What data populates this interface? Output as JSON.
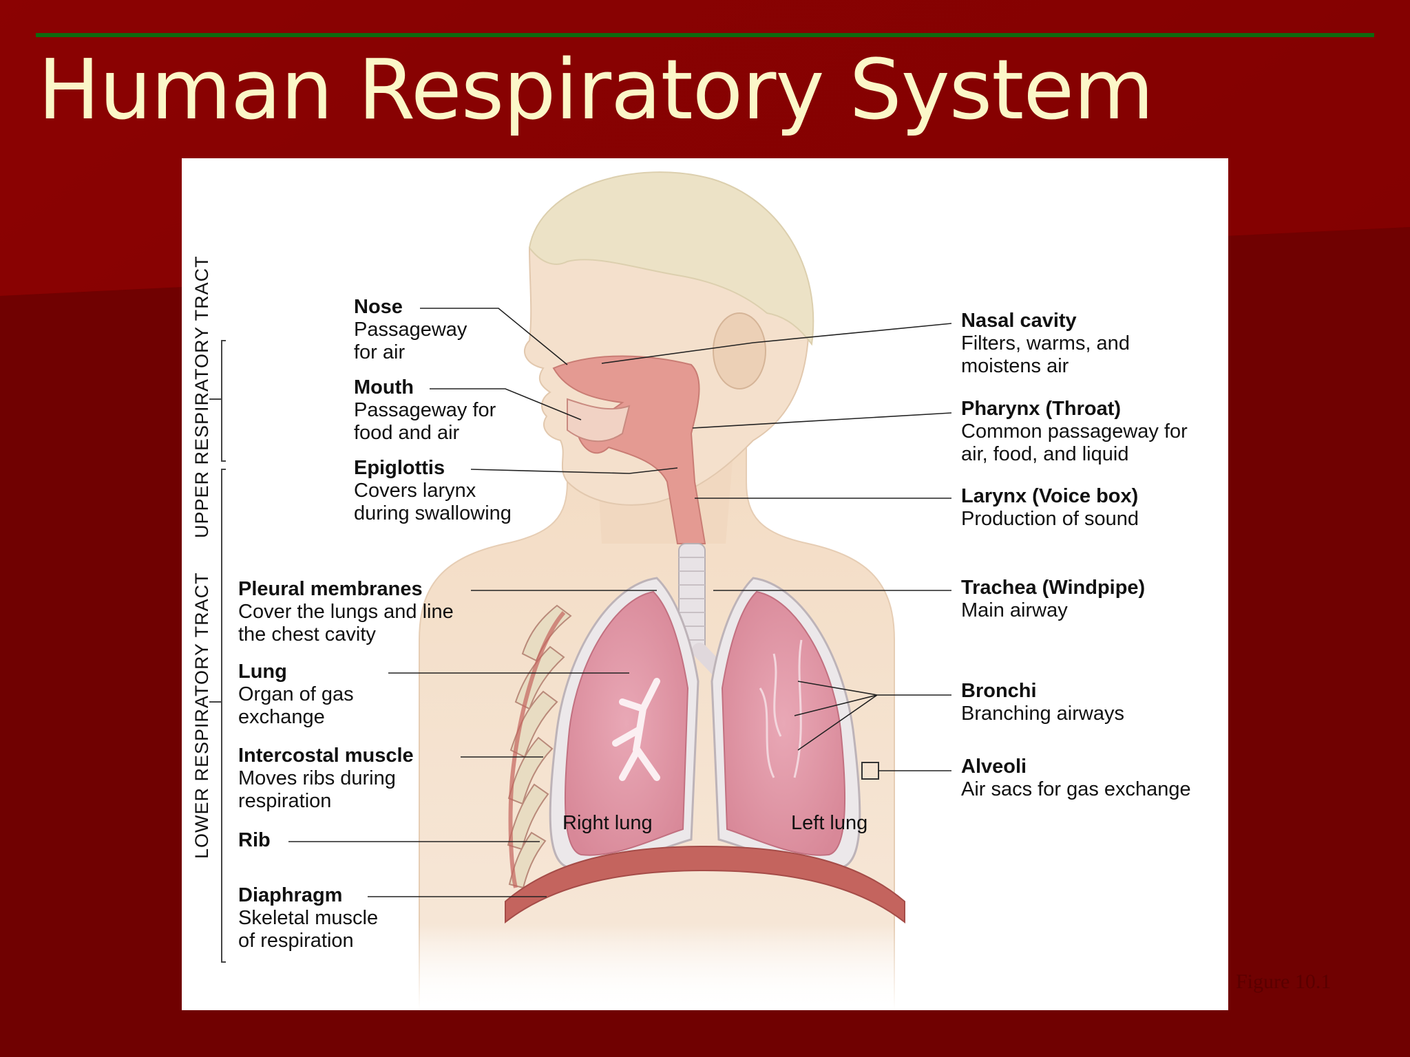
{
  "slide": {
    "title": "Human Respiratory System",
    "caption": "Figure 10.1",
    "colors": {
      "background": "#7a0202",
      "rule": "#0f6a0f",
      "title": "#fbf7c8"
    }
  },
  "diagram": {
    "tracts": {
      "upper": "UPPER RESPIRATORY TRACT",
      "lower": "LOWER RESPIRATORY TRACT"
    },
    "lung_names": {
      "right": "Right lung",
      "left": "Left lung"
    },
    "left_labels": [
      {
        "key": "nose",
        "title": "Nose",
        "desc1": "Passageway",
        "desc2": "for air"
      },
      {
        "key": "mouth",
        "title": "Mouth",
        "desc1": "Passageway for",
        "desc2": "food and air"
      },
      {
        "key": "epiglottis",
        "title": "Epiglottis",
        "desc1": "Covers larynx",
        "desc2": "during swallowing"
      },
      {
        "key": "pleural",
        "title": "Pleural membranes",
        "desc1": "Cover the lungs and line",
        "desc2": "the chest cavity"
      },
      {
        "key": "lung",
        "title": "Lung",
        "desc1": "Organ of gas",
        "desc2": "exchange"
      },
      {
        "key": "intercostal",
        "title": "Intercostal muscle",
        "desc1": "Moves ribs during",
        "desc2": "respiration"
      },
      {
        "key": "rib",
        "title": "Rib",
        "desc1": "",
        "desc2": ""
      },
      {
        "key": "diaphragm",
        "title": "Diaphragm",
        "desc1": "Skeletal muscle",
        "desc2": "of respiration"
      }
    ],
    "right_labels": [
      {
        "key": "nasal",
        "title": "Nasal cavity",
        "desc1": "Filters, warms, and",
        "desc2": "moistens air"
      },
      {
        "key": "pharynx",
        "title": "Pharynx (Throat)",
        "desc1": "Common passageway for",
        "desc2": "air, food, and liquid"
      },
      {
        "key": "larynx",
        "title": "Larynx (Voice box)",
        "desc1": "Production of sound",
        "desc2": ""
      },
      {
        "key": "trachea",
        "title": "Trachea (Windpipe)",
        "desc1": "Main airway",
        "desc2": ""
      },
      {
        "key": "bronchi",
        "title": "Bronchi",
        "desc1": "Branching airways",
        "desc2": ""
      },
      {
        "key": "alveoli",
        "title": "Alveoli",
        "desc1": "Air sacs for gas exchange",
        "desc2": ""
      }
    ]
  }
}
